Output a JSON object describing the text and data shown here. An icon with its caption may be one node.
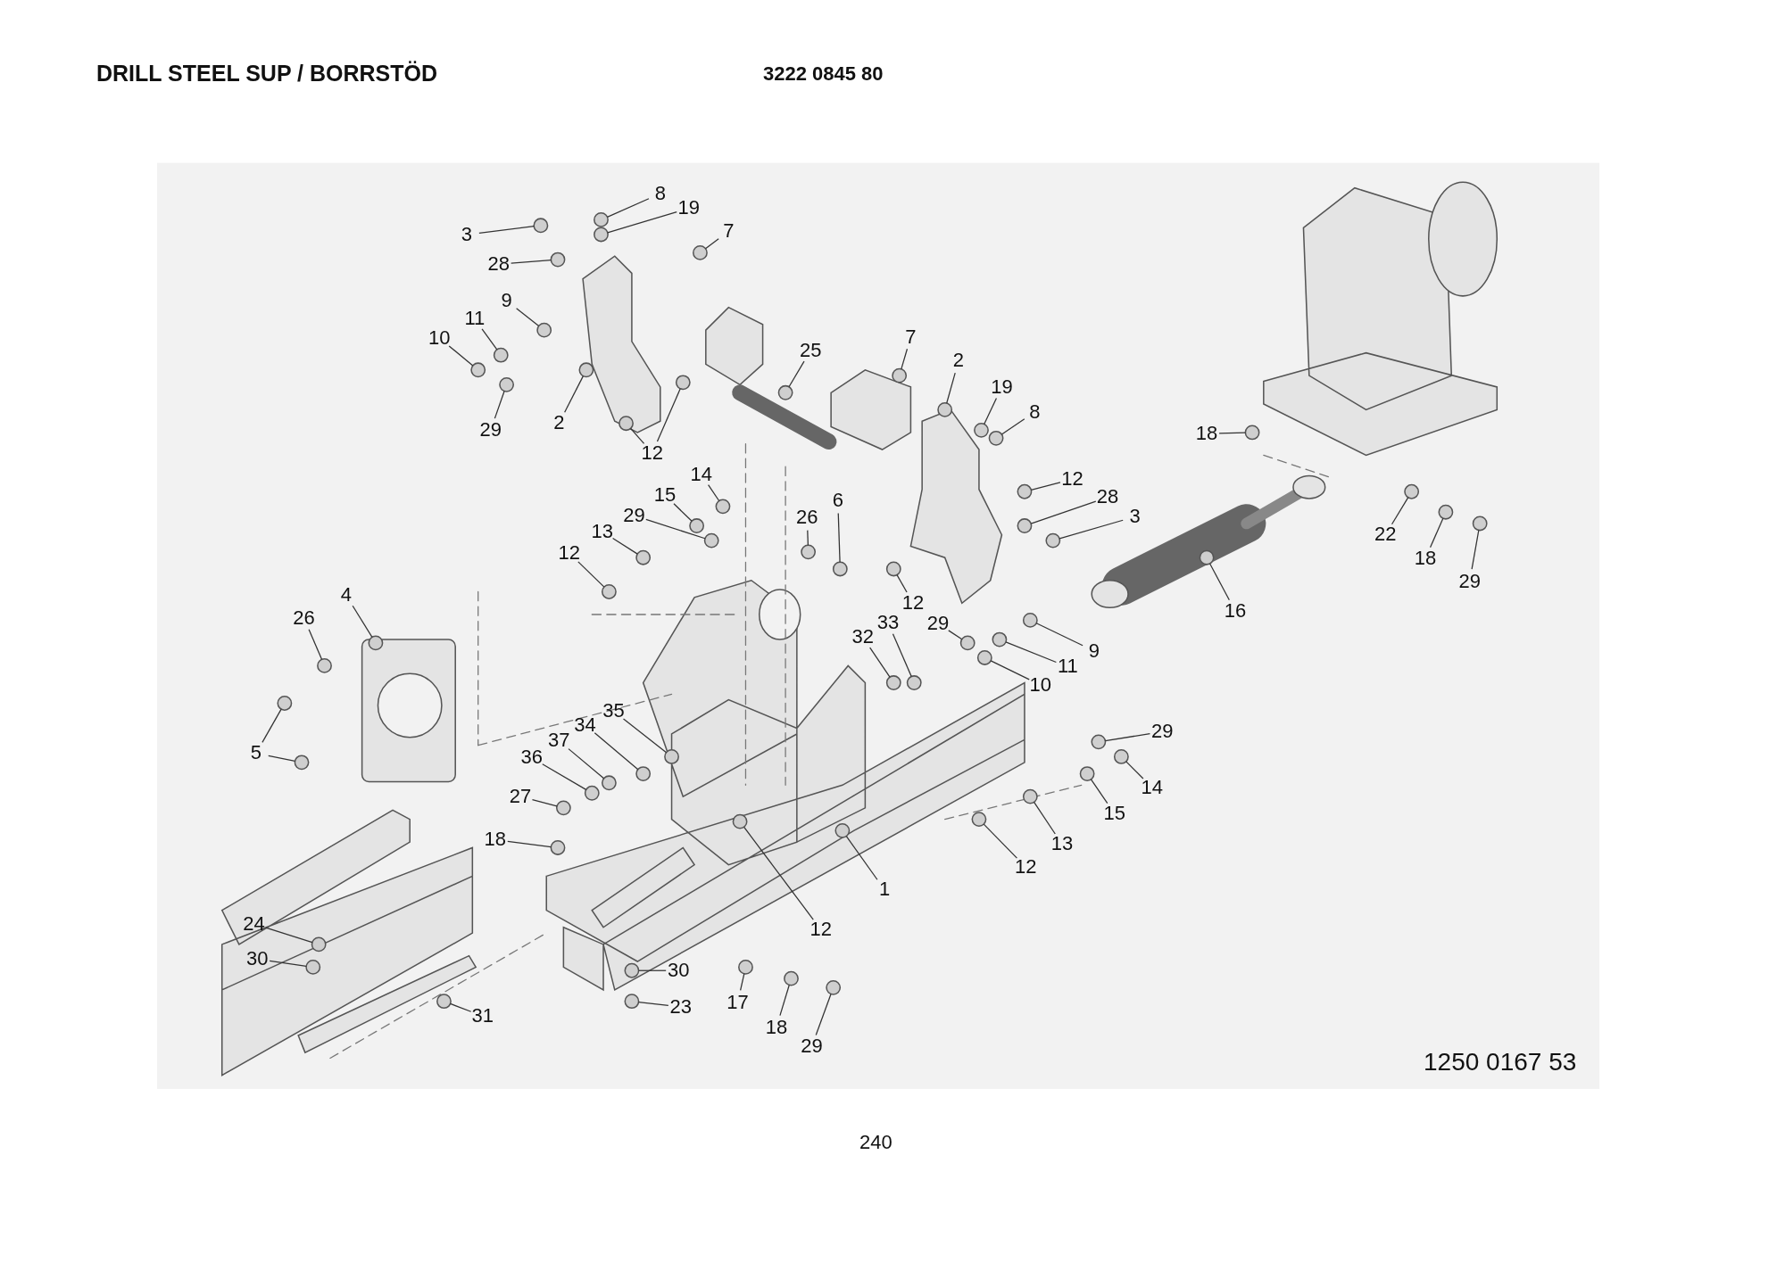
{
  "diagram": {
    "title": "DRILL STEEL SUP / BORRSTÖD",
    "nodes": [
      {
        "text": [
          "8"
        ]
      },
      {
        "text": [
          "19"
        ]
      },
      {
        "text": [
          "3"
        ]
      },
      {
        "text": [
          "7"
        ]
      },
      {
        "text": [
          "28"
        ]
      },
      {
        "text": [
          "9"
        ]
      },
      {
        "text": [
          "11"
        ]
      },
      {
        "text": [
          "25"
        ]
      },
      {
        "text": [
          "10"
        ]
      },
      {
        "text": [
          "7"
        ]
      },
      {
        "text": [
          "2"
        ]
      },
      {
        "text": [
          "19"
        ]
      },
      {
        "text": [
          "29"
        ]
      },
      {
        "text": [
          "2"
        ]
      },
      {
        "text": [
          "8"
        ]
      },
      {
        "text": [
          "12"
        ]
      },
      {
        "text": [
          "18"
        ]
      },
      {
        "text": [
          "12"
        ]
      },
      {
        "text": [
          "14"
        ]
      },
      {
        "text": [
          "28"
        ]
      },
      {
        "text": [
          "15"
        ]
      },
      {
        "text": [
          "29"
        ]
      },
      {
        "text": [
          "3"
        ]
      },
      {
        "text": [
          "6"
        ]
      },
      {
        "text": [
          "26"
        ]
      },
      {
        "text": [
          "13"
        ]
      },
      {
        "text": [
          "22"
        ]
      },
      {
        "text": [
          "12"
        ]
      },
      {
        "text": [
          "18"
        ]
      },
      {
        "text": [
          "29"
        ]
      },
      {
        "text": [
          "12"
        ]
      },
      {
        "text": [
          "16"
        ]
      },
      {
        "text": [
          "4"
        ]
      },
      {
        "text": [
          "26"
        ]
      },
      {
        "text": [
          "29"
        ]
      },
      {
        "text": [
          "33"
        ]
      },
      {
        "text": [
          "32"
        ]
      },
      {
        "text": [
          "9"
        ]
      },
      {
        "text": [
          "11"
        ]
      },
      {
        "text": [
          "10"
        ]
      },
      {
        "text": [
          "35"
        ]
      },
      {
        "text": [
          "29"
        ]
      },
      {
        "text": [
          "34"
        ]
      },
      {
        "text": [
          "37"
        ]
      },
      {
        "text": [
          "36"
        ]
      },
      {
        "text": [
          "5"
        ]
      },
      {
        "text": [
          "14"
        ]
      },
      {
        "text": [
          "15"
        ]
      },
      {
        "text": [
          "27"
        ]
      },
      {
        "text": [
          "18"
        ]
      },
      {
        "text": [
          "13"
        ]
      },
      {
        "text": [
          "12"
        ]
      },
      {
        "text": [
          "1"
        ]
      },
      {
        "text": [
          "24"
        ]
      },
      {
        "text": [
          "12"
        ]
      },
      {
        "text": [
          "30"
        ]
      },
      {
        "text": [
          "30"
        ]
      },
      {
        "text": [
          "17"
        ]
      },
      {
        "text": [
          "23"
        ]
      },
      {
        "text": [
          "31"
        ]
      },
      {
        "text": [
          "18"
        ]
      },
      {
        "text": [
          "29"
        ]
      },
      {
        "text": [],
        "shape": "circle"
      },
      {
        "text": [],
        "shape": "circle"
      },
      {
        "text": [],
        "shape": "circle"
      },
      {
        "text": [],
        "shape": "circle"
      },
      {
        "text": [],
        "shape": "circle"
      },
      {
        "text": [],
        "shape": "circle"
      },
      {
        "text": [],
        "shape": "circle"
      },
      {
        "text": [],
        "shape": "circle"
      },
      {
        "text": [],
        "shape": "circle"
      },
      {
        "text": [],
        "shape": "circle"
      },
      {
        "text": [],
        "shape": "circle"
      },
      {
        "text": [],
        "shape": "circle"
      },
      {
        "text": [],
        "shape": "circle"
      },
      {
        "text": [],
        "shape": "circle"
      },
      {
        "text": [],
        "shape": "circle"
      },
      {
        "text": [],
        "shape": "circle"
      },
      {
        "text": [],
        "shape": "circle"
      },
      {
        "text": [],
        "shape": "circle"
      },
      {
        "text": [],
        "shape": "circle"
      },
      {
        "text": [],
        "shape": "circle"
      },
      {
        "text": [],
        "shape": "circle"
      },
      {
        "text": [],
        "shape": "circle"
      },
      {
        "text": [],
        "shape": "circle"
      },
      {
        "text": [],
        "shape": "circle"
      },
      {
        "text": [],
        "shape": "circle"
      },
      {
        "text": [],
        "shape": "circle"
      },
      {
        "text": [],
        "shape": "circle"
      },
      {
        "text": [],
        "shape": "circle"
      },
      {
        "text": [],
        "shape": "circle"
      },
      {
        "text": [],
        "shape": "circle"
      },
      {
        "text": [],
        "shape": "circle"
      },
      {
        "text": [],
        "shape": "circle"
      },
      {
        "text": [],
        "shape": "circle"
      },
      {
        "text": [],
        "shape": "circle"
      },
      {
        "text": [],
        "shape": "circle"
      },
      {
        "text": [],
        "shape": "circle"
      },
      {
        "text": [],
        "shape": "circle"
      },
      {
        "text": [],
        "shape": "circle"
      },
      {
        "text": [],
        "shape": "circle"
      },
      {
        "text": [],
        "shape": "circle"
      },
      {
        "text": [],
        "shape": "circle"
      },
      {
        "text": [],
        "shape": "circle"
      },
      {
        "text": [],
        "shape": "circle"
      },
      {
        "text": [],
        "shape": "circle"
      },
      {
        "text": [],
        "shape": "circle"
      },
      {
        "text": [],
        "shape": "circle"
      },
      {
        "text": [],
        "shape": "circle"
      },
      {
        "text": [],
        "shape": "circle"
      },
      {
        "text": [],
        "shape": "circle"
      },
      {
        "text": [],
        "shape": "circle"
      },
      {
        "text": [],
        "shape": "circle"
      },
      {
        "text": [],
        "shape": "circle"
      },
      {
        "text": [],
        "shape": "circle"
      },
      {
        "text": [],
        "shape": "circle"
      },
      {
        "text": [],
        "shape": "circle"
      },
      {
        "text": [],
        "shape": "circle"
      },
      {
        "text": [],
        "shape": "circle"
      },
      {
        "text": [],
        "shape": "circle"
      },
      {
        "text": [],
        "shape": "circle"
      },
      {
        "text": [],
        "shape": "circle"
      },
      {
        "text": [],
        "shape": "circle"
      },
      {
        "text": [],
        "shape": "circle"
      },
      {
        "text": [],
        "shape": "circle"
      },
      {
        "text": [],
        "shape": "circle"
      }
    ],
    "edges": [
      {
        "from": 0,
        "to": 62,
        "arrow": "none"
      },
      {
        "from": 1,
        "to": 63,
        "arrow": "none"
      },
      {
        "from": 2,
        "to": 64,
        "arrow": "none"
      },
      {
        "from": 3,
        "to": 65,
        "arrow": "none"
      },
      {
        "from": 4,
        "to": 66,
        "arrow": "none"
      },
      {
        "from": 5,
        "to": 67,
        "arrow": "none"
      },
      {
        "from": 6,
        "to": 68,
        "arrow": "none"
      },
      {
        "from": 7,
        "to": 69,
        "arrow": "none"
      },
      {
        "from": 8,
        "to": 70,
        "arrow": "none"
      },
      {
        "from": 9,
        "to": 71,
        "arrow": "none"
      },
      {
        "from": 10,
        "to": 72,
        "arrow": "none"
      },
      {
        "from": 11,
        "to": 73,
        "arrow": "none"
      },
      {
        "from": 12,
        "to": 74,
        "arrow": "none"
      },
      {
        "from": 13,
        "to": 75,
        "arrow": "none"
      },
      {
        "from": 14,
        "to": 76,
        "arrow": "none"
      },
      {
        "from": 15,
        "to": 77,
        "arrow": "none"
      },
      {
        "from": 15,
        "to": 78,
        "arrow": "none"
      },
      {
        "from": 16,
        "to": 79,
        "arrow": "none"
      },
      {
        "from": 17,
        "to": 80,
        "arrow": "none"
      },
      {
        "from": 18,
        "to": 81,
        "arrow": "none"
      },
      {
        "from": 19,
        "to": 82,
        "arrow": "none"
      },
      {
        "from": 20,
        "to": 83,
        "arrow": "none"
      },
      {
        "from": 21,
        "to": 84,
        "arrow": "none"
      },
      {
        "from": 22,
        "to": 85,
        "arrow": "none"
      },
      {
        "from": 23,
        "to": 86,
        "arrow": "none"
      },
      {
        "from": 24,
        "to": 87,
        "arrow": "none"
      },
      {
        "from": 25,
        "to": 88,
        "arrow": "none"
      },
      {
        "from": 26,
        "to": 89,
        "arrow": "none"
      },
      {
        "from": 27,
        "to": 90,
        "arrow": "none"
      },
      {
        "from": 28,
        "to": 91,
        "arrow": "none"
      },
      {
        "from": 29,
        "to": 92,
        "arrow": "none"
      },
      {
        "from": 30,
        "to": 93,
        "arrow": "none"
      },
      {
        "from": 31,
        "to": 94,
        "arrow": "none"
      },
      {
        "from": 32,
        "to": 95,
        "arrow": "none"
      },
      {
        "from": 33,
        "to": 96,
        "arrow": "none"
      },
      {
        "from": 34,
        "to": 97,
        "arrow": "none"
      },
      {
        "from": 35,
        "to": 98,
        "arrow": "none"
      },
      {
        "from": 36,
        "to": 99,
        "arrow": "none"
      },
      {
        "from": 37,
        "to": 100,
        "arrow": "none"
      },
      {
        "from": 38,
        "to": 101,
        "arrow": "none"
      },
      {
        "from": 39,
        "to": 102,
        "arrow": "none"
      },
      {
        "from": 40,
        "to": 103,
        "arrow": "none"
      },
      {
        "from": 41,
        "to": 104,
        "arrow": "none"
      },
      {
        "from": 42,
        "to": 105,
        "arrow": "none"
      },
      {
        "from": 43,
        "to": 106,
        "arrow": "none"
      },
      {
        "from": 44,
        "to": 107,
        "arrow": "none"
      },
      {
        "from": 45,
        "to": 108,
        "arrow": "none"
      },
      {
        "from": 45,
        "to": 109,
        "arrow": "none"
      },
      {
        "from": 46,
        "to": 110,
        "arrow": "none"
      },
      {
        "from": 47,
        "to": 111,
        "arrow": "none"
      },
      {
        "from": 48,
        "to": 112,
        "arrow": "none"
      },
      {
        "from": 49,
        "to": 113,
        "arrow": "none"
      },
      {
        "from": 50,
        "to": 114,
        "arrow": "none"
      },
      {
        "from": 51,
        "to": 115,
        "arrow": "none"
      },
      {
        "from": 52,
        "to": 116,
        "arrow": "none"
      },
      {
        "from": 53,
        "to": 117,
        "arrow": "none"
      },
      {
        "from": 54,
        "to": 118,
        "arrow": "none"
      },
      {
        "from": 55,
        "to": 119,
        "arrow": "none"
      },
      {
        "from": 56,
        "to": 120,
        "arrow": "none"
      },
      {
        "from": 57,
        "to": 121,
        "arrow": "none"
      },
      {
        "from": 58,
        "to": 122,
        "arrow": "none"
      },
      {
        "from": 59,
        "to": 123,
        "arrow": "none"
      },
      {
        "from": 60,
        "to": 124,
        "arrow": "none"
      },
      {
        "from": 61,
        "to": 125,
        "arrow": "none"
      }
    ],
    "labels": [
      "3222 0845 80",
      "1250 0167 53",
      "240"
    ]
  }
}
